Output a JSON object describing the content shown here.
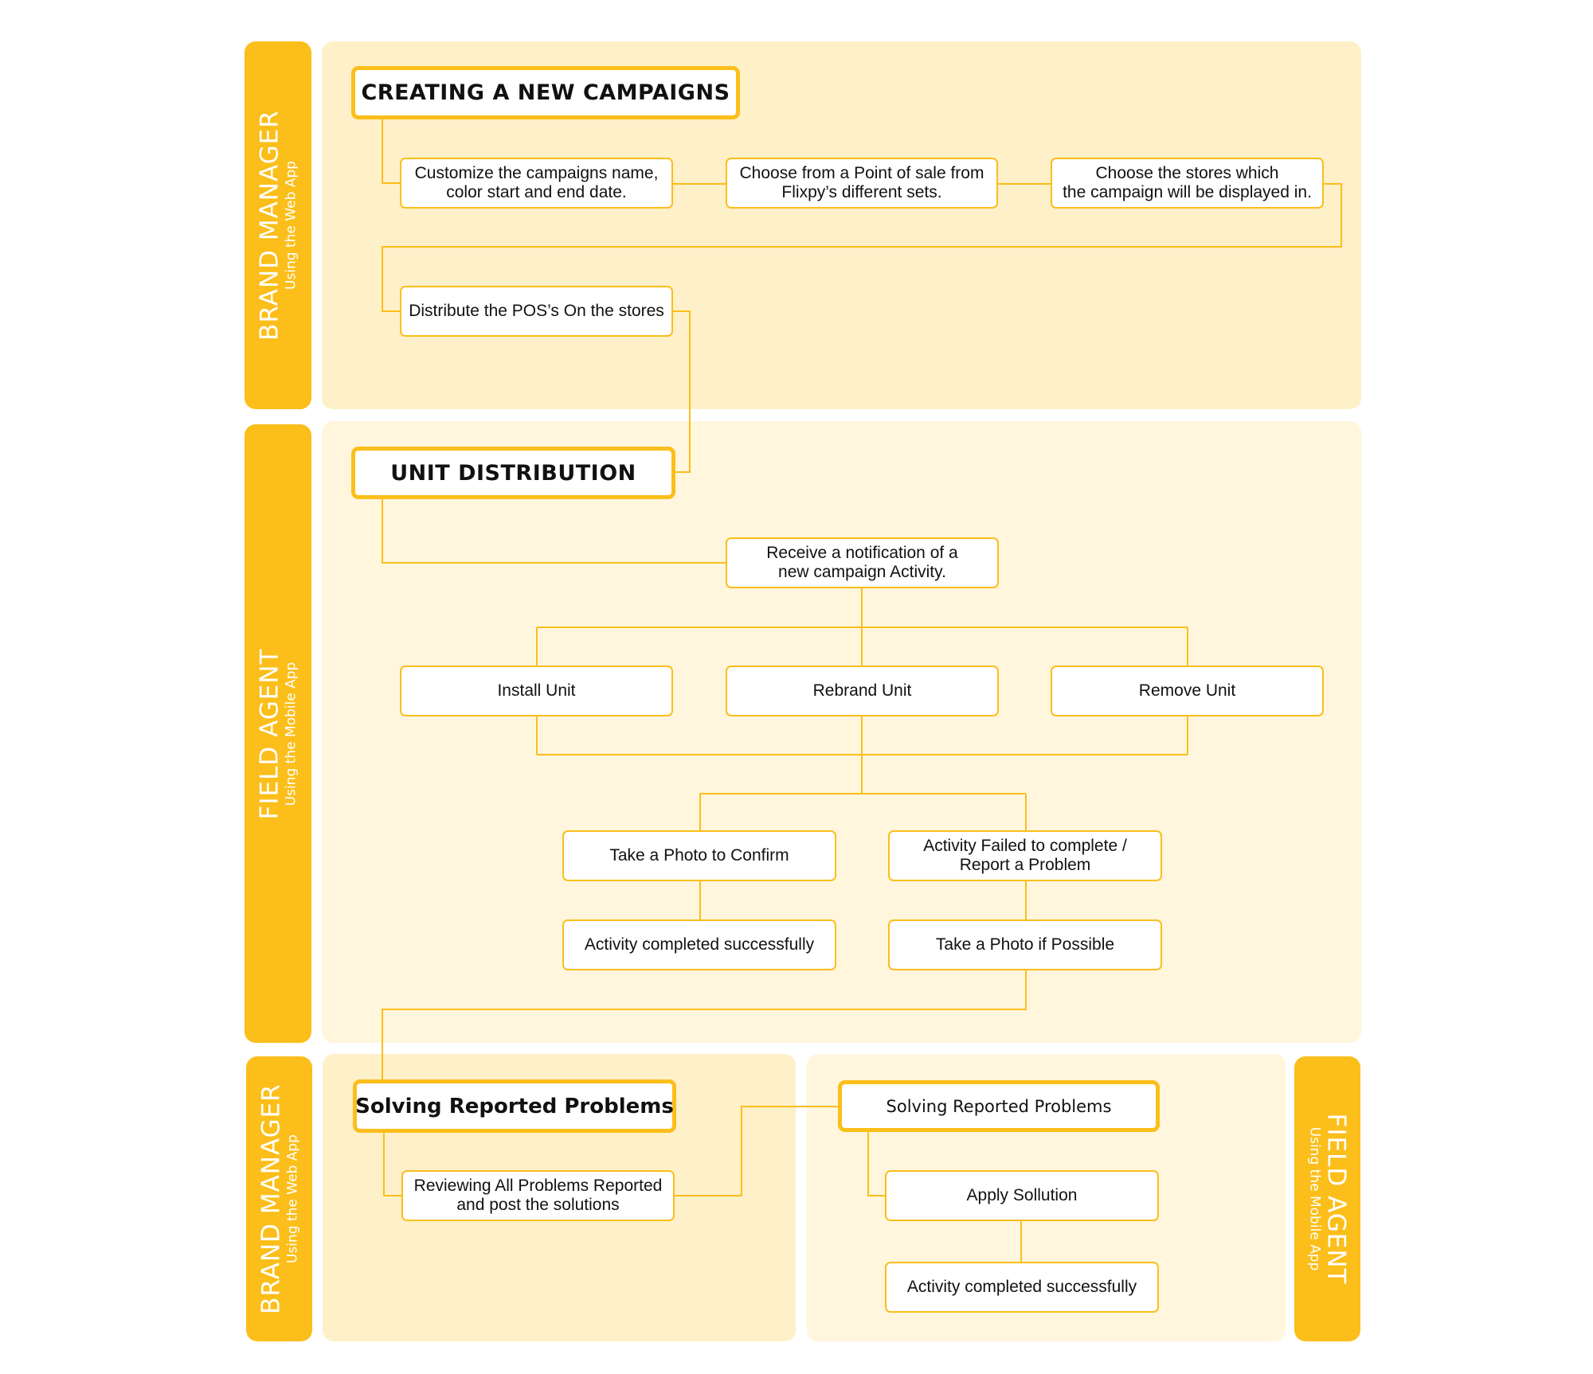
{
  "lanes": {
    "brand_manager_top": {
      "title": "BRAND MANAGER",
      "subtitle": "Using the Web App"
    },
    "field_agent_middle": {
      "title": "FIELD AGENT",
      "subtitle": "Using the Mobile App"
    },
    "brand_manager_bottom": {
      "title": "BRAND MANAGER",
      "subtitle": "Using the Web App"
    },
    "field_agent_right": {
      "title": "FIELD AGENT",
      "subtitle": "Using the Mobile App"
    }
  },
  "campaign": {
    "header": "CREATING A NEW CAMPAIGNS",
    "customize": "Customize the campaigns name,\ncolor start and end date.",
    "choose_pos": "Choose from a Point of sale from\nFlixpy’s different sets.",
    "choose_stores": "Choose the stores which\nthe campaign will be displayed in.",
    "distribute": "Distribute the POS’s On the stores"
  },
  "distribution": {
    "header": "UNIT DISTRIBUTION",
    "notification": "Receive a notification of a\nnew campaign Activity.",
    "install": "Install Unit",
    "rebrand": "Rebrand Unit",
    "remove": "Remove Unit",
    "take_photo_confirm": "Take a Photo to Confirm",
    "activity_failed": "Activity Failed to complete /\nReport a Problem",
    "completed": "Activity completed successfully",
    "take_photo_possible": "Take a Photo if Possible"
  },
  "solving_manager": {
    "header": "Solving Reported Problems",
    "reviewing": "Reviewing All Problems Reported\nand post the solutions"
  },
  "solving_agent": {
    "header": "Solving Reported Problems",
    "apply": "Apply Sollution",
    "completed": "Activity completed successfully"
  },
  "colors": {
    "accent": "#fbbe1a",
    "panel_dark": "#fef0c8",
    "panel_light": "#fff6dd",
    "text": "#111111"
  }
}
